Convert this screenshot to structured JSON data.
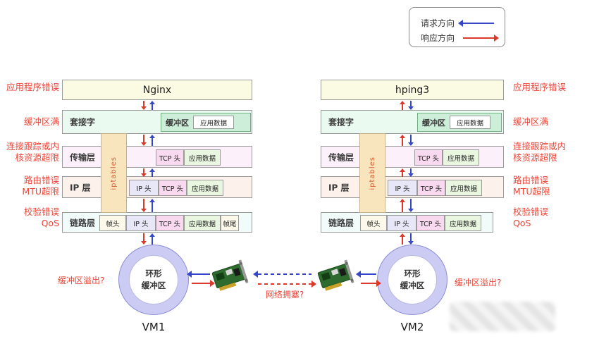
{
  "colors": {
    "request_blue": "#3646c8",
    "response_red": "#d93a2b",
    "annotation_red": "#ef4437",
    "ring_fill": "#cbcbf3",
    "iptables_bar": "#f8e4bd"
  },
  "legend": {
    "request_label": "请求方向",
    "response_label": "响应方向"
  },
  "stack": {
    "socket_label": "套接字",
    "buffer_label": "缓冲区",
    "app_data_label": "应用数据",
    "iptables_label": "iptables",
    "transport_label": "传输层",
    "tcp_header_label": "TCP 头",
    "ip_layer_label": "IP 层",
    "ip_header_label": "IP 头",
    "link_layer_label": "链路层",
    "frame_header_label": "帧头",
    "frame_tail_label": "帧尾"
  },
  "vm1": {
    "app": "Nginx",
    "name": "VM1"
  },
  "vm2": {
    "app": "hping3",
    "name": "VM2"
  },
  "annotations": {
    "rows": [
      {
        "lines": [
          "应用程序错误"
        ]
      },
      {
        "lines": [
          "缓冲区满"
        ]
      },
      {
        "lines": [
          "连接跟踪或内",
          "核资源超限"
        ]
      },
      {
        "lines": [
          "路由错误",
          "MTU超限"
        ]
      },
      {
        "lines": [
          "校验错误",
          "QoS"
        ]
      }
    ]
  },
  "bottom": {
    "ring_label_line1": "环形",
    "ring_label_line2": "缓冲区",
    "overflow_question": "缓冲区溢出?",
    "congestion_question": "网络拥塞?"
  }
}
